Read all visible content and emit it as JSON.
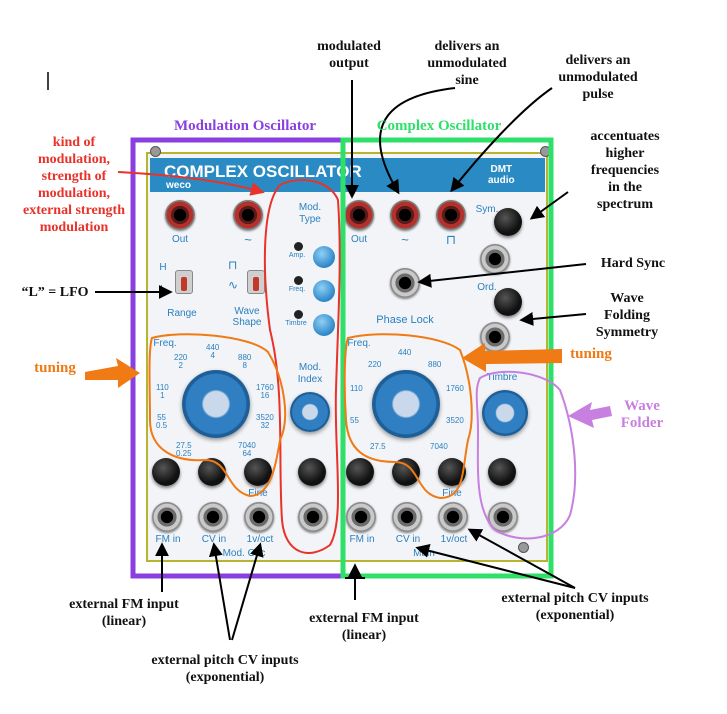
{
  "module": {
    "title": "COMPLEX OSCILLATOR",
    "brand": "DMT\naudio",
    "subtitle_fragment": "weco",
    "mod_osc": {
      "jacks": [
        "Out",
        "~"
      ],
      "range_h": "H",
      "range_l": "L",
      "range_label": "Range",
      "wave_shape_label": "Wave\nShape",
      "freq_label": "Freq.",
      "freq_scale": [
        "220\n2",
        "440\n4",
        "880\n8",
        "1760\n16",
        "3520\n32",
        "7040\n64",
        "27.5\n0.25",
        "55\n0.5",
        "110\n1"
      ],
      "fine_label": "Fine",
      "inputs": [
        "FM in",
        "CV in",
        "1v/oct"
      ],
      "footer": "Mod. Osc"
    },
    "mod_section": {
      "type_label": "Mod.\nType",
      "modes": [
        "Amp.",
        "Freq.",
        "Timbre"
      ],
      "index_label": "Mod.\nIndex"
    },
    "complex_osc": {
      "jacks": [
        "Out",
        "~",
        "⊓"
      ],
      "phase_lock": "Phase Lock",
      "freq_label": "Freq.",
      "freq_scale": [
        "220",
        "440",
        "880",
        "1760",
        "3520",
        "7040",
        "27.5",
        "55",
        "110"
      ],
      "fine_label": "Fine",
      "inputs": [
        "FM in",
        "CV in",
        "1v/oct"
      ],
      "footer": "Main"
    },
    "side": {
      "sym": "Sym.",
      "ord": "Ord.",
      "timbre": "Timbre"
    }
  },
  "annotations": {
    "mod_osc_title": "Modulation Oscillator",
    "complex_osc_title": "Complex Oscillator",
    "modulated_output": "modulated\noutput",
    "unmod_sine": "delivers an\nunmodulated\nsine",
    "unmod_pulse": "delivers an\nunmodulated\npulse",
    "accentuates": "accentuates\nhigher\nfrequencies\nin the\nspectrum",
    "kind_of_mod": "kind of\nmodulation,\nstrength of\nmodulation,\nexternal strength\nmodulation",
    "lfo": "“L” = LFO",
    "tuning_left": "tuning",
    "tuning_right": "tuning",
    "hard_sync": "Hard Sync",
    "wave_folding": "Wave\nFolding\nSymmetry",
    "wave_folder": "Wave\nFolder",
    "ext_fm_left": "external FM input\n(linear)",
    "ext_fm_mid": "external FM input\n(linear)",
    "ext_pitch_left": "external pitch CV inputs\n(exponential)",
    "ext_pitch_right": "external pitch CV inputs\n(exponential)"
  },
  "colors": {
    "mod_osc_box": "#8a3fe0",
    "complex_osc_box": "#2ee06a",
    "tuning_outline": "#f07a14",
    "mod_outline": "#e8322a",
    "folder_outline": "#c77fe0",
    "panel_header": "#2a8bc4"
  }
}
